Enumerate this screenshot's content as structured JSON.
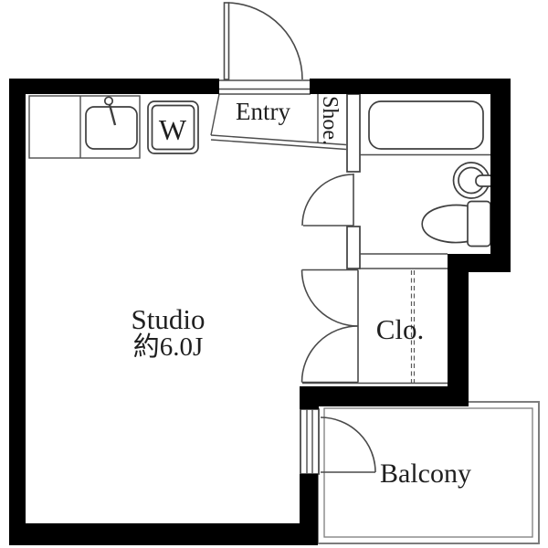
{
  "colors": {
    "wall": "#000000",
    "line": "#4d4d4d",
    "fixture_line": "#3f3f3f",
    "balcony_line": "#7d7d7d",
    "text": "#1f1f1f",
    "background": "#ffffff"
  },
  "plan": {
    "studio": {
      "label": "Studio",
      "area_label": "約6.0J"
    },
    "entry": {
      "label": "Entry"
    },
    "shoe_cabinet": {
      "label": "Shoe."
    },
    "washer": {
      "label": "W"
    },
    "closet": {
      "label": "Clo."
    },
    "balcony": {
      "label": "Balcony"
    }
  }
}
